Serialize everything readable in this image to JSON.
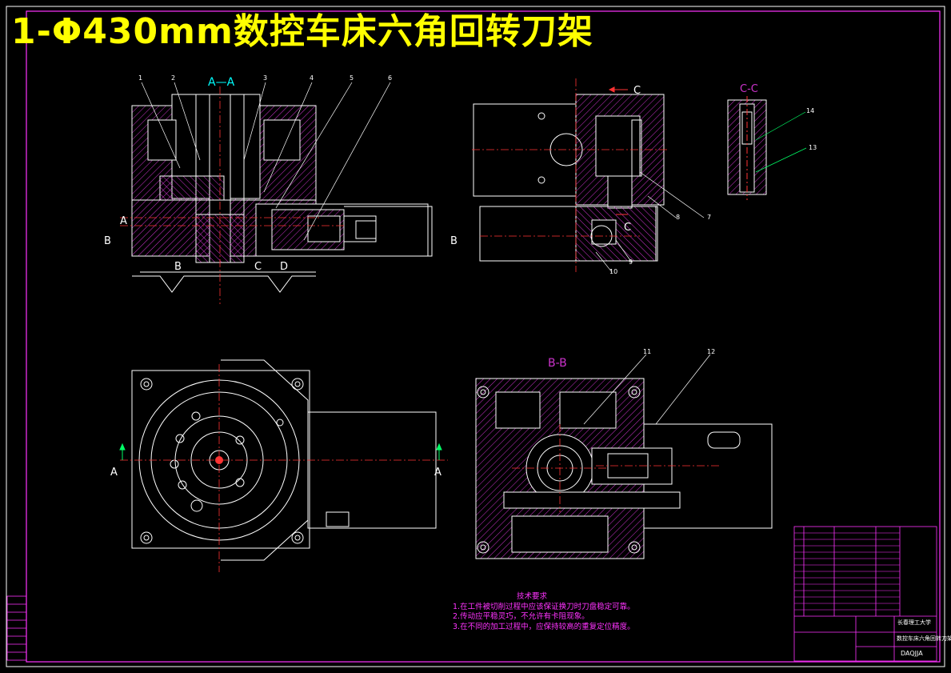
{
  "title": "1-Φ430mm数控车床六角回转刀架",
  "section_labels": {
    "aa": "A—A",
    "bb": "B-B",
    "cc": "C-C",
    "a": "A",
    "b": "B",
    "c": "C",
    "d": "D"
  },
  "part_numbers": [
    "1",
    "2",
    "3",
    "4",
    "5",
    "6",
    "7",
    "8",
    "9",
    "10",
    "11",
    "12",
    "13",
    "14"
  ],
  "tech_notes": {
    "heading": "技术要求",
    "items": [
      "1.在工件被切削过程中应该保证换刀时刀盘稳定可靠。",
      "2.传动应平稳灵巧，不允许有卡阻现象。",
      "3.在不同的加工过程中，应保持较高的重复定位精度。"
    ]
  },
  "title_block": {
    "university": "长春理工大学",
    "drawing_name": "数控车床六角回转刀架",
    "code": "DAQJJA"
  },
  "colors": {
    "outline": "#ffffff",
    "hatch": "#cc33cc",
    "centerline": "#ff3333",
    "leader": "#00ff66",
    "section_label": "#00ffff",
    "title": "#ffff00",
    "notes": "#ff33ff",
    "frame": "#ff33ff"
  }
}
